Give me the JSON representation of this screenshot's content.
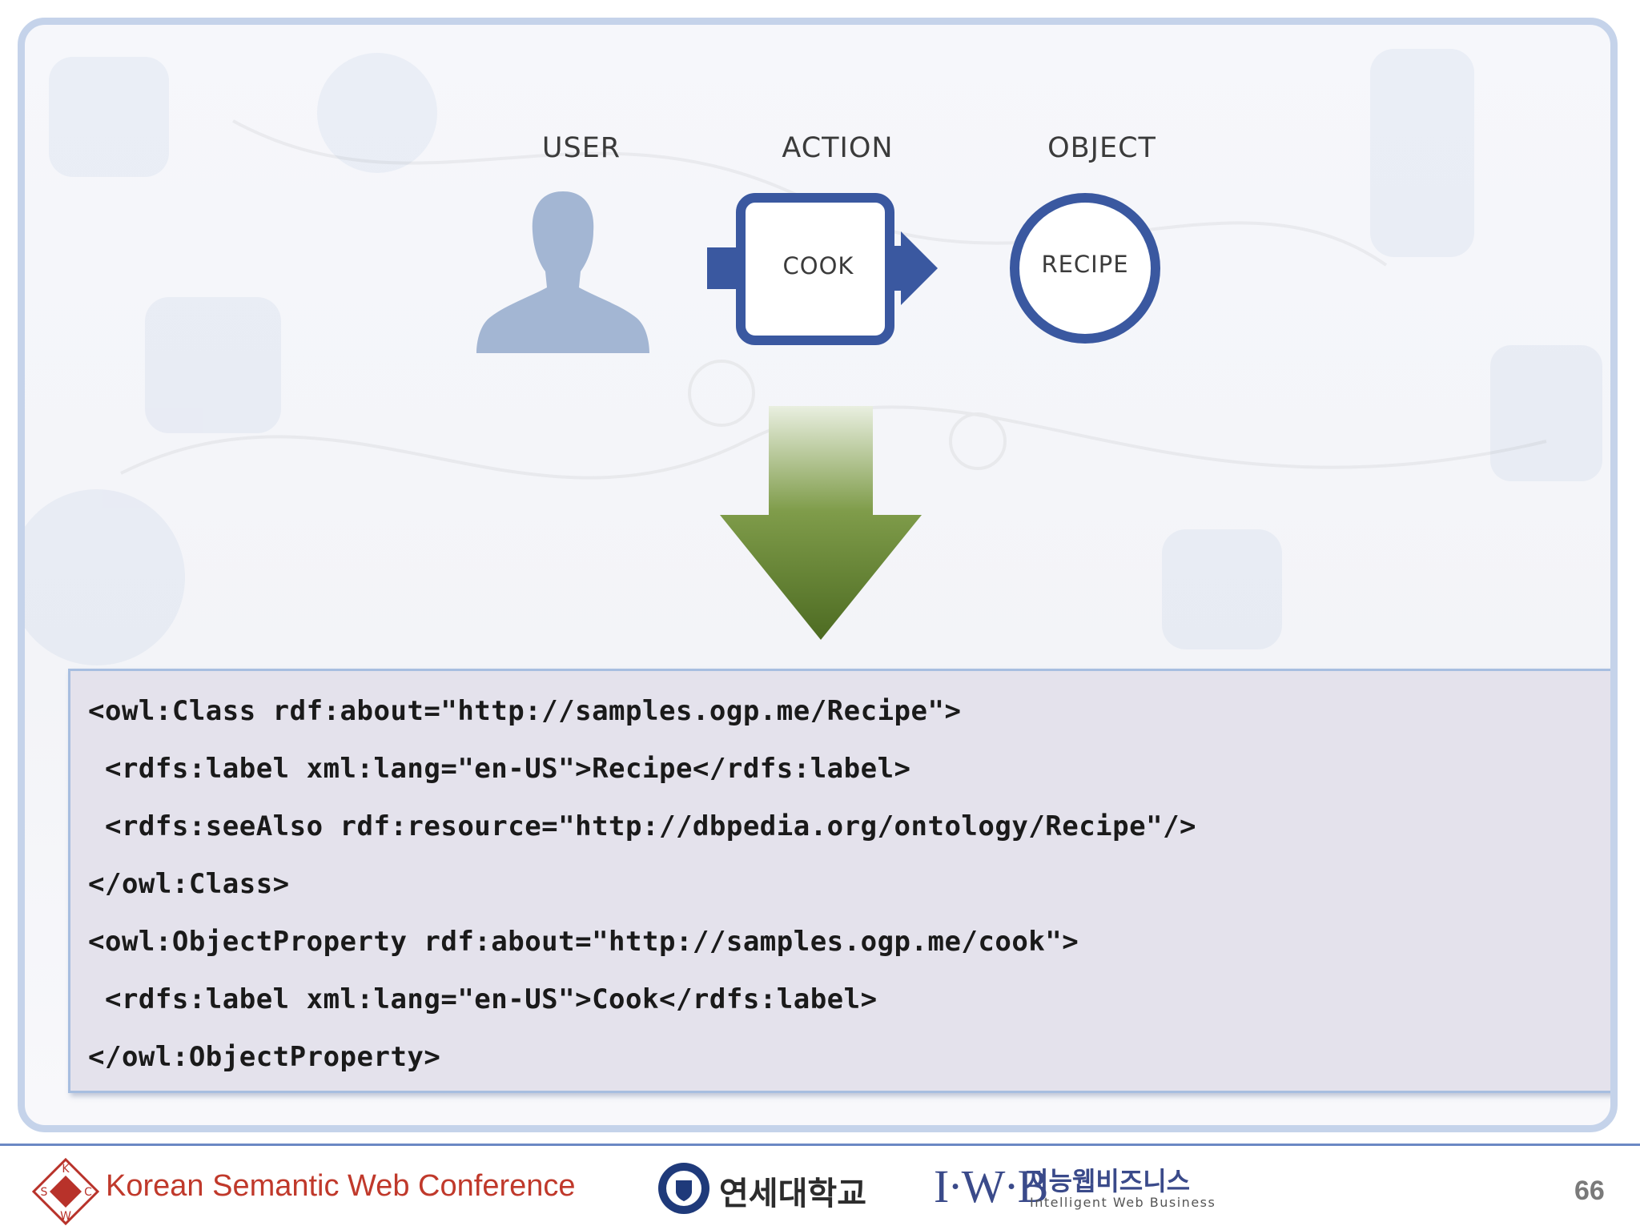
{
  "diagram": {
    "user_label": "USER",
    "action_label": "ACTION",
    "object_label": "OBJECT",
    "action_value": "COOK",
    "object_value": "RECIPE"
  },
  "code": {
    "lines": [
      "<owl:Class rdf:about=\"http://samples.ogp.me/Recipe\">",
      " <rdfs:label xml:lang=\"en-US\">Recipe</rdfs:label>",
      " <rdfs:seeAlso rdf:resource=\"http://dbpedia.org/ontology/Recipe\"/>",
      "</owl:Class>",
      "<owl:ObjectProperty rdf:about=\"http://samples.ogp.me/cook\">",
      " <rdfs:label xml:lang=\"en-US\">Cook</rdfs:label>",
      "</owl:ObjectProperty>"
    ]
  },
  "footer": {
    "conference_name": "Korean Semantic Web Conference",
    "conference_logo_letters": [
      "K",
      "S",
      "C",
      "W"
    ],
    "university_name": "연세대학교",
    "company_mark": "I·W·B",
    "company_name_kr": "지능웹비즈니스",
    "company_name_en": "Intelligent Web Business",
    "page_number": "66"
  },
  "colors": {
    "diagram_blue": "#3a58a0",
    "user_silhouette": "#a3b6d3",
    "arrow_green_dark": "#4d6b22",
    "arrow_green_light": "#e9efe0",
    "code_background": "#e4e2ec",
    "code_border": "#a7bee0",
    "footer_rule": "#6b88c4",
    "conference_red": "#c0392b"
  }
}
